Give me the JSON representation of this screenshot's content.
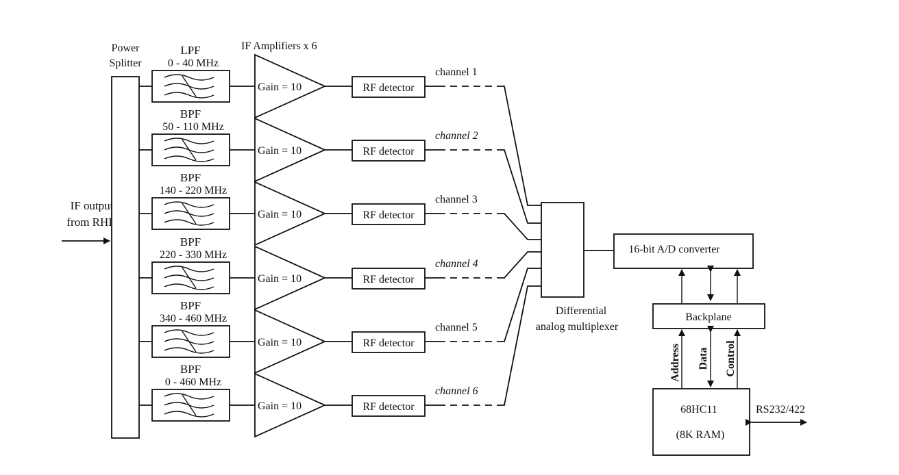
{
  "input": {
    "line1": "IF output",
    "line2": "from RHD"
  },
  "splitter": {
    "line1": "Power",
    "line2": "Splitter"
  },
  "amplifiers_header": "IF Amplifiers x 6",
  "branches": [
    {
      "filter_type": "LPF",
      "range": "0 - 40 MHz",
      "gain": "Gain = 10",
      "detector": "RF detector",
      "channel": "channel 1"
    },
    {
      "filter_type": "BPF",
      "range": "50 - 110 MHz",
      "gain": "Gain = 10",
      "detector": "RF detector",
      "channel": "channel 2"
    },
    {
      "filter_type": "BPF",
      "range": "140 - 220 MHz",
      "gain": "Gain = 10",
      "detector": "RF detector",
      "channel": "channel 3"
    },
    {
      "filter_type": "BPF",
      "range": "220 - 330 MHz",
      "gain": "Gain = 10",
      "detector": "RF detector",
      "channel": "channel 4"
    },
    {
      "filter_type": "BPF",
      "range": "340 - 460 MHz",
      "gain": "Gain = 10",
      "detector": "RF detector",
      "channel": "channel 5"
    },
    {
      "filter_type": "BPF",
      "range": "0 - 460 MHz",
      "gain": "Gain = 10",
      "detector": "RF detector",
      "channel": "channel 6"
    }
  ],
  "multiplexer": {
    "line1": "Differential",
    "line2": "analog multiplexer"
  },
  "adc": "16-bit A/D converter",
  "backplane": "Backplane",
  "bus": {
    "address": "Address",
    "data": "Data",
    "control": "Control"
  },
  "cpu": {
    "line1": "68HC11",
    "line2": "(8K RAM)"
  },
  "serial": "RS232/422"
}
